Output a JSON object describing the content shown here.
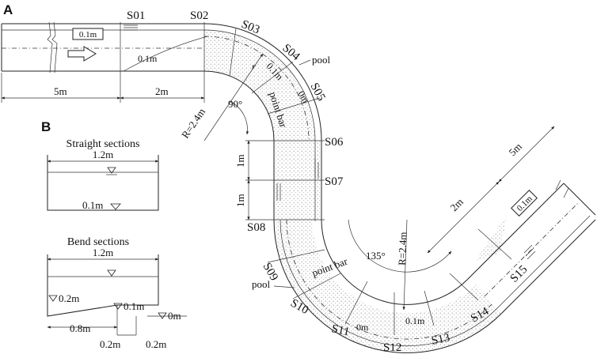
{
  "panels": {
    "a": "A",
    "b": "B"
  },
  "section_labels": [
    "S01",
    "S02",
    "S03",
    "S04",
    "S05",
    "S06",
    "S07",
    "S08",
    "S09",
    "S10",
    "S11",
    "S12",
    "S13",
    "S14",
    "S15"
  ],
  "labels": {
    "pool": "pool",
    "point_bar": "point bar",
    "depth_01": "0.1m",
    "depth_0": "0m",
    "inlet_depth": "0.1m",
    "outlet_depth": "0.1m",
    "angle_90": "90°",
    "angle_135": "135°",
    "radius": "R=2.4m",
    "r_symbol": "r",
    "len_5m": "5m",
    "len_2m": "2m",
    "len_1m": "1m"
  },
  "panel_b": {
    "straight_title": "Straight sections",
    "straight_width": "1.2m",
    "straight_depth": "0.1m",
    "bend_title": "Bend sections",
    "bend_width": "1.2m",
    "bend_left_depth": "0.2m",
    "bend_mid_depth": "0.1m",
    "bend_right_depth": "0m",
    "bend_len_08": "0.8m",
    "bend_len_02a": "0.2m",
    "bend_len_02b": "0.2m"
  },
  "colors": {
    "line": "#222222",
    "stipple": "#9a9a9a",
    "background": "#ffffff"
  }
}
